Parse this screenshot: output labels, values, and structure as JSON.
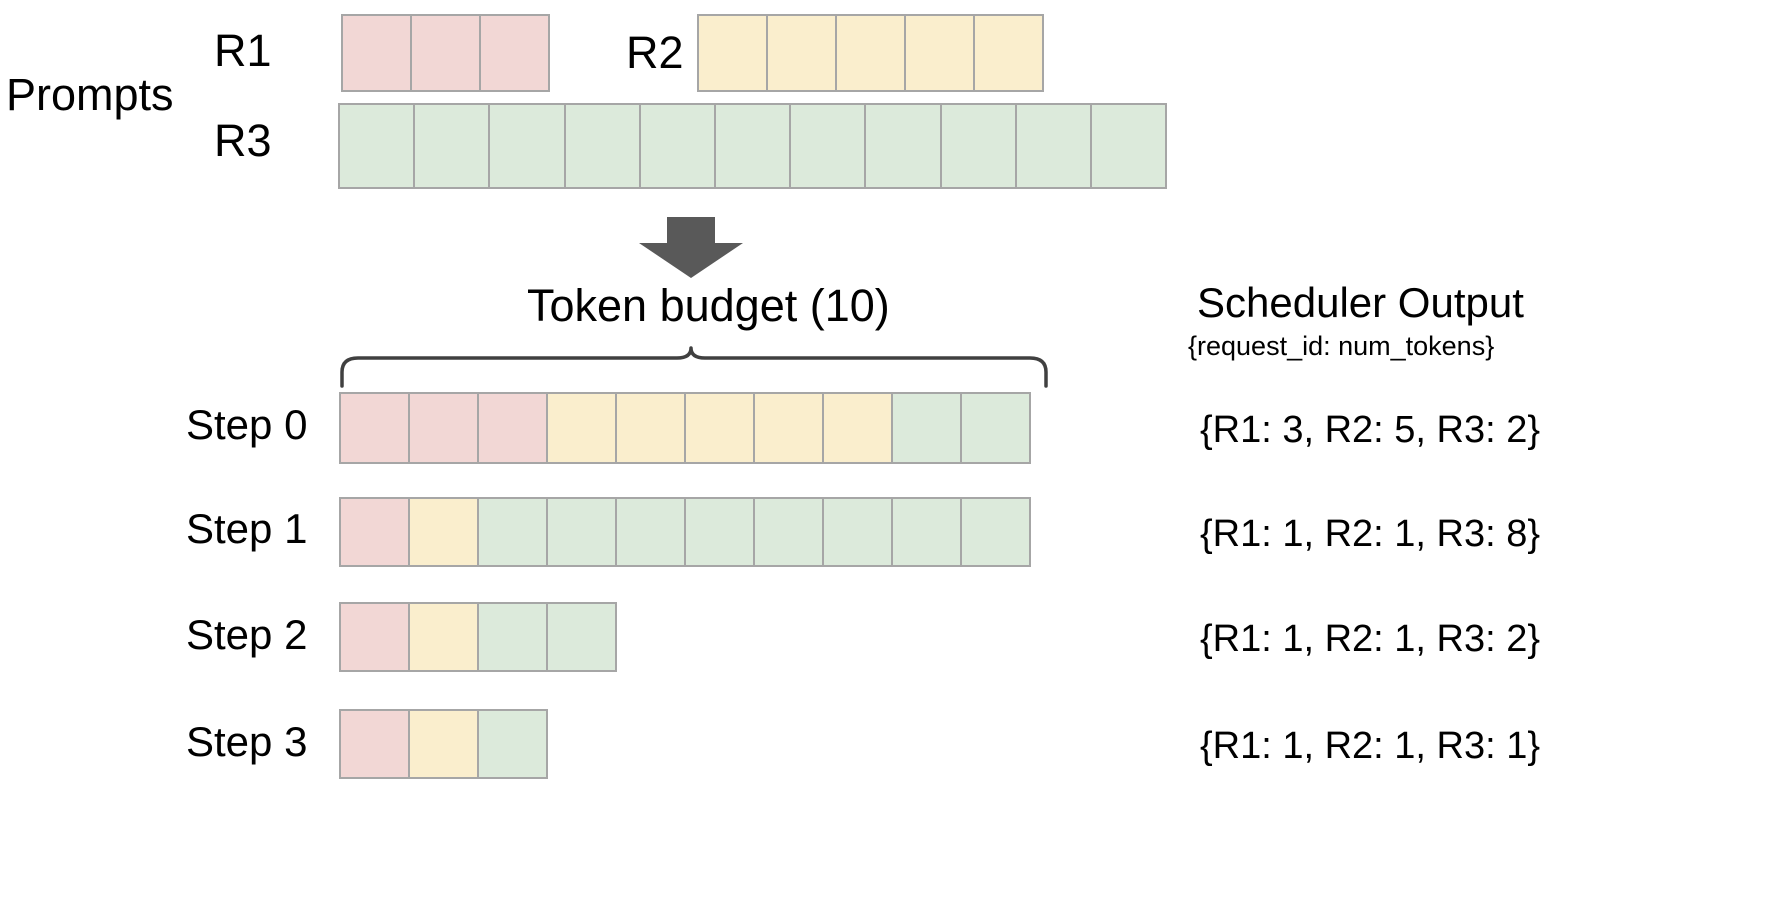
{
  "diagram": {
    "prompts_label": "Prompts",
    "token_budget_label": "Token  budget (10)",
    "scheduler_title": "Scheduler Output",
    "scheduler_subtitle": "{request_id: num_tokens}",
    "arrow_icon": "down-arrow-icon",
    "brace_icon": "curly-brace-icon"
  },
  "colors": {
    "r1": "#f2d7d5",
    "r2": "#faeecd",
    "r3": "#dceadb",
    "cell_border": "#a6a6a6",
    "arrow": "#595959",
    "brace": "#404040",
    "text": "#000000",
    "background": "#ffffff"
  },
  "requests": [
    {
      "id": "R1",
      "label": "R1",
      "prompt_tokens": 3,
      "color_key": "r1"
    },
    {
      "id": "R2",
      "label": "R2",
      "prompt_tokens": 5,
      "color_key": "r2"
    },
    {
      "id": "R3",
      "label": "R3",
      "prompt_tokens": 11,
      "color_key": "r3"
    }
  ],
  "token_budget": 10,
  "steps": [
    {
      "label": "Step 0",
      "segments": [
        {
          "request": "R1",
          "count": 3,
          "color_key": "r1"
        },
        {
          "request": "R2",
          "count": 5,
          "color_key": "r2"
        },
        {
          "request": "R3",
          "count": 2,
          "color_key": "r3"
        }
      ],
      "output": "{R1: 3, R2: 5, R3: 2}"
    },
    {
      "label": "Step 1",
      "segments": [
        {
          "request": "R1",
          "count": 1,
          "color_key": "r1"
        },
        {
          "request": "R2",
          "count": 1,
          "color_key": "r2"
        },
        {
          "request": "R3",
          "count": 8,
          "color_key": "r3"
        }
      ],
      "output": "{R1: 1, R2: 1, R3: 8}"
    },
    {
      "label": "Step 2",
      "segments": [
        {
          "request": "R1",
          "count": 1,
          "color_key": "r1"
        },
        {
          "request": "R2",
          "count": 1,
          "color_key": "r2"
        },
        {
          "request": "R3",
          "count": 2,
          "color_key": "r3"
        }
      ],
      "output": "{R1: 1, R2: 1, R3: 2}"
    },
    {
      "label": "Step 3",
      "segments": [
        {
          "request": "R1",
          "count": 1,
          "color_key": "r1"
        },
        {
          "request": "R2",
          "count": 1,
          "color_key": "r2"
        },
        {
          "request": "R3",
          "count": 1,
          "color_key": "r3"
        }
      ],
      "output": "{R1: 1, R2: 1, R3: 1}"
    }
  ]
}
